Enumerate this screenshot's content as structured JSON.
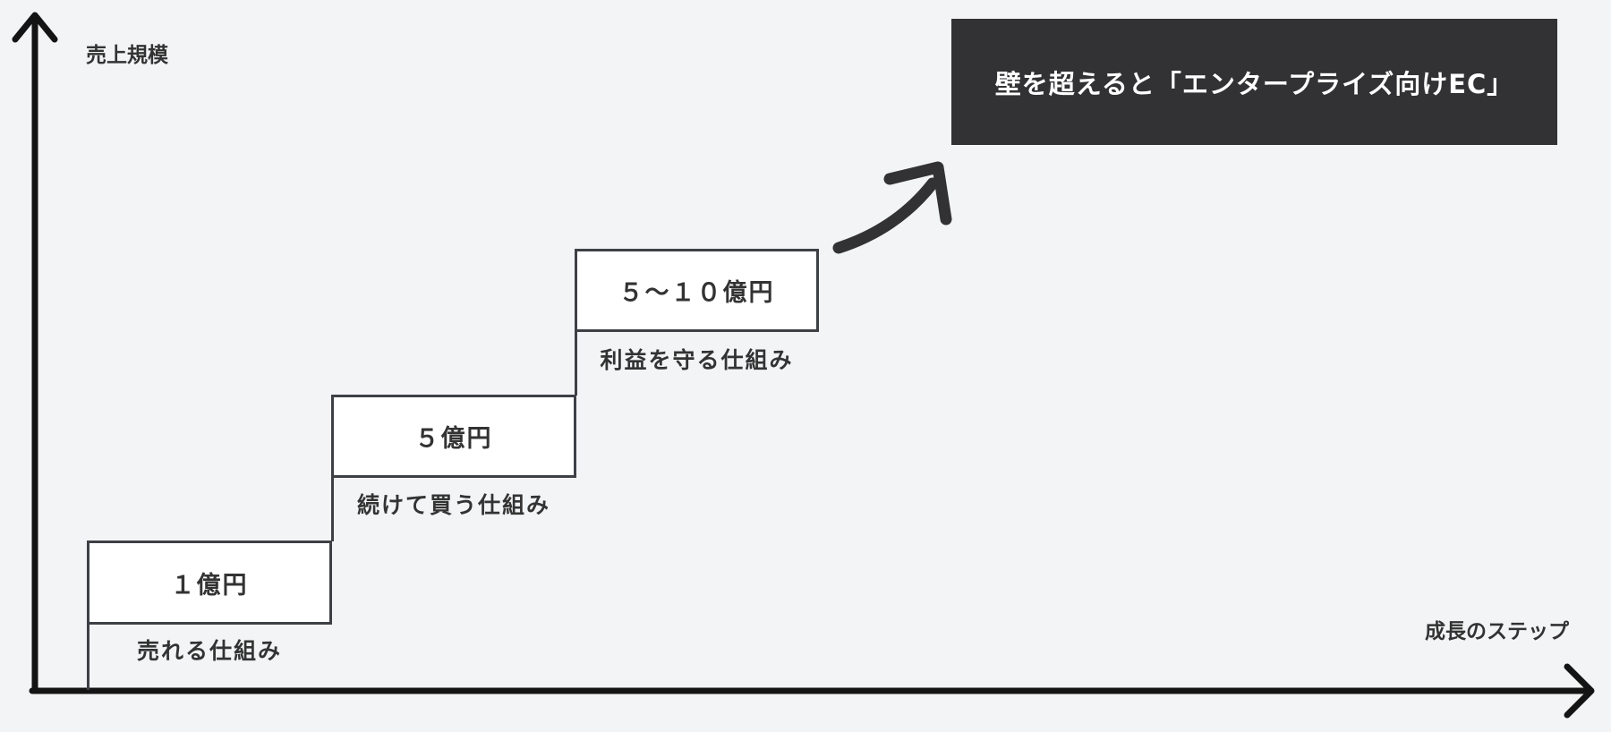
{
  "diagram": {
    "y_axis_label": "売上規模",
    "x_axis_label": "成長のステップ",
    "steps": [
      {
        "amount": "１億円",
        "caption": "売れる仕組み"
      },
      {
        "amount": "５億円",
        "caption": "続けて買う仕組み"
      },
      {
        "amount": "５〜１０億円",
        "caption": "利益を守る仕組み"
      }
    ],
    "goal": {
      "text": "壁を超えると「エンタープライズ向けEC」"
    },
    "colors": {
      "background": "#f3f4f6",
      "box_fill": "#ffffff",
      "box_border": "#3d4045",
      "text": "#333333",
      "goal_background": "#323234",
      "goal_text": "#ffffff",
      "axis": "#141414",
      "arrow": "#323234"
    }
  }
}
